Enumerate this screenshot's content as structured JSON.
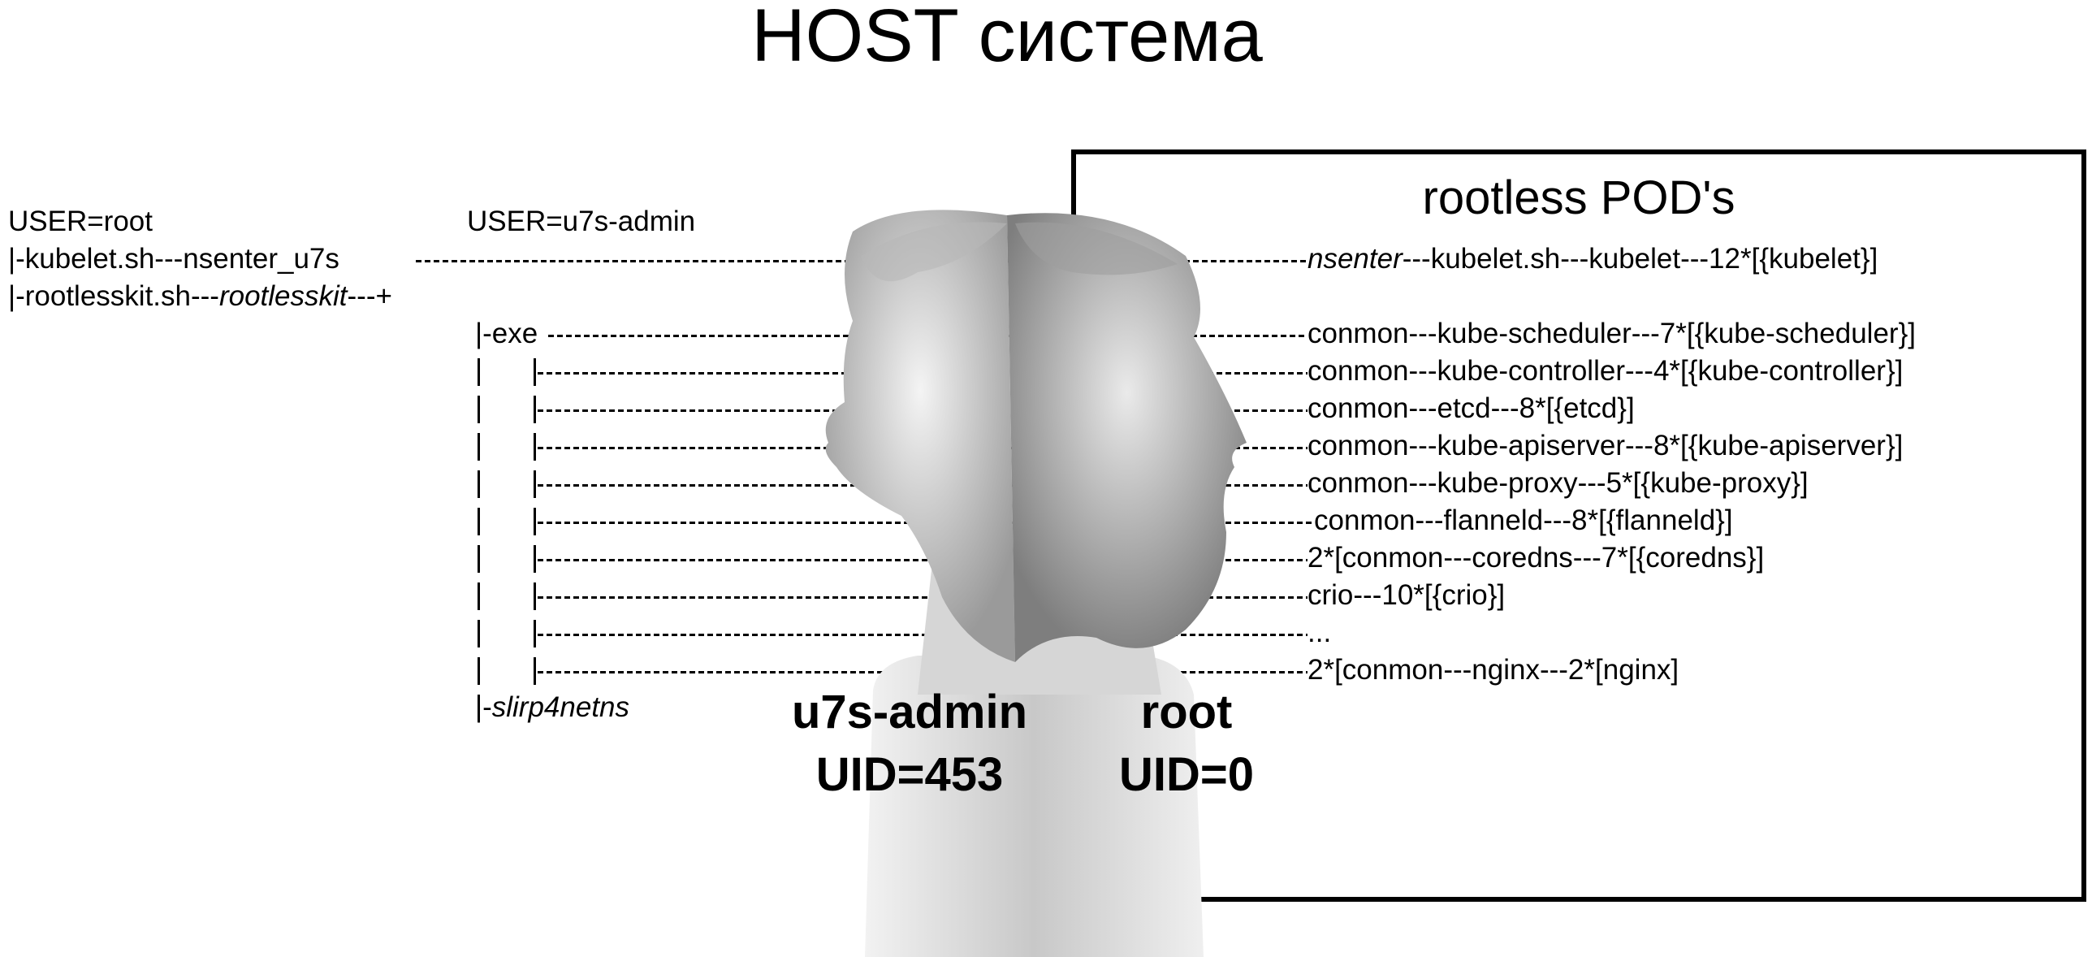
{
  "title": "HOST система",
  "pod_box": {
    "title": "rootless POD's"
  },
  "left": {
    "user_root": "USER=root",
    "user_u7s": "USER=u7s-admin",
    "kubelet_line": "|-kubelet.sh---nsenter_u7s",
    "rootlesskit_prefix": "|-rootlesskit.sh---",
    "rootlesskit_italic": "rootlesskit",
    "rootlesskit_suffix": "---+",
    "exe": "|-exe",
    "slirp_prefix": "|-",
    "slirp_italic": "slirp4netns"
  },
  "right": {
    "nsenter_italic": "nsenter",
    "nsenter_rest": "---kubelet.sh---kubelet---12*[{kubelet}]",
    "rows": [
      "conmon---kube-scheduler---7*[{kube-scheduler}]",
      "conmon---kube-controller---4*[{kube-controller}]",
      "conmon---etcd---8*[{etcd}]",
      "conmon---kube-apiserver---8*[{kube-apiserver}]",
      "conmon---kube-proxy---5*[{kube-proxy}]",
      "conmon---flanneld---8*[{flanneld}]",
      "2*[conmon---coredns---7*[{coredns}]",
      "crio---10*[{crio}]",
      "...",
      "2*[conmon---nginx---2*[nginx]"
    ]
  },
  "labels": {
    "left_user": "u7s-admin",
    "left_uid": "UID=453",
    "right_user": "root",
    "right_uid": "UID=0"
  }
}
